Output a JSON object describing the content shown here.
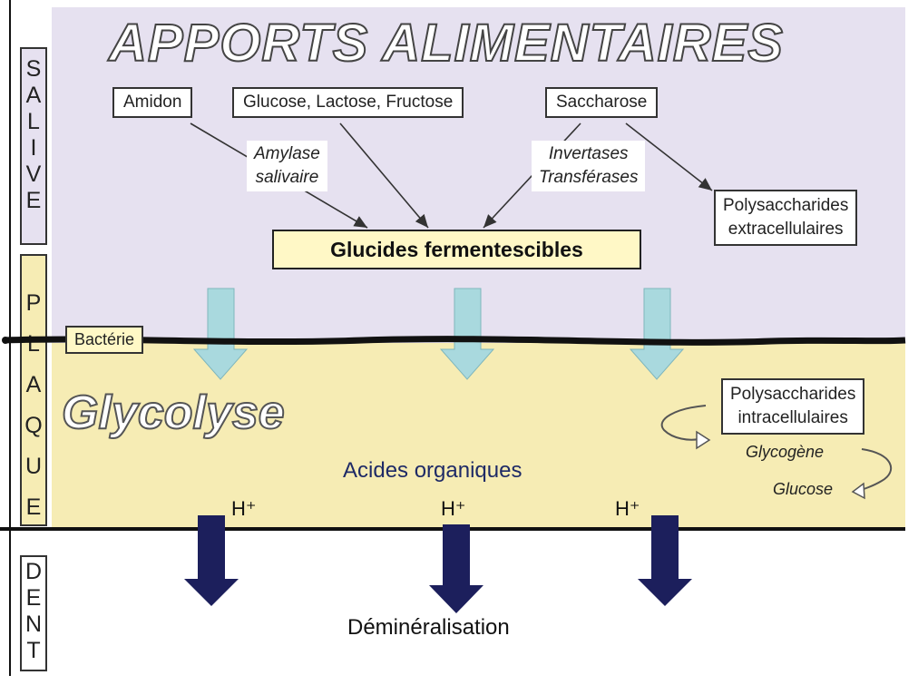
{
  "title": "APPORTS ALIMENTAIRES",
  "side_labels": {
    "saliva": [
      "S",
      "A",
      "L",
      "I",
      "V",
      "E"
    ],
    "plaque": [
      "P",
      "L",
      "A",
      "Q",
      "U",
      "E"
    ],
    "tooth": [
      "D",
      "E",
      "N",
      "T"
    ]
  },
  "sources": {
    "amidon": "Amidon",
    "sugars": "Glucose, Lactose, Fructose",
    "saccharose": "Saccharose"
  },
  "enzymes": {
    "amylase_line1": "Amylase",
    "amylase_line2": "salivaire",
    "invertases": "Invertases",
    "transferases": "Transférases"
  },
  "polysacch_extra": {
    "line1": "Polysaccharides",
    "line2": "extracellulaires"
  },
  "glucides": "Glucides fermentescibles",
  "bacteria": "Bactérie",
  "glycolyse": "Glycolyse",
  "polysacch_intra": {
    "line1": "Polysaccharides",
    "line2": "intracellulaires"
  },
  "glycogene": "Glycogène",
  "glucose": "Glucose",
  "acides": "Acides organiques",
  "hplus": "H⁺",
  "demineralisation": "Déminéralisation",
  "colors": {
    "saliva_bg": "#e6e1f0",
    "plaque_bg": "#f6ecb4",
    "light_arrow": "#a9d9de",
    "dark_arrow": "#1c1f5c"
  }
}
